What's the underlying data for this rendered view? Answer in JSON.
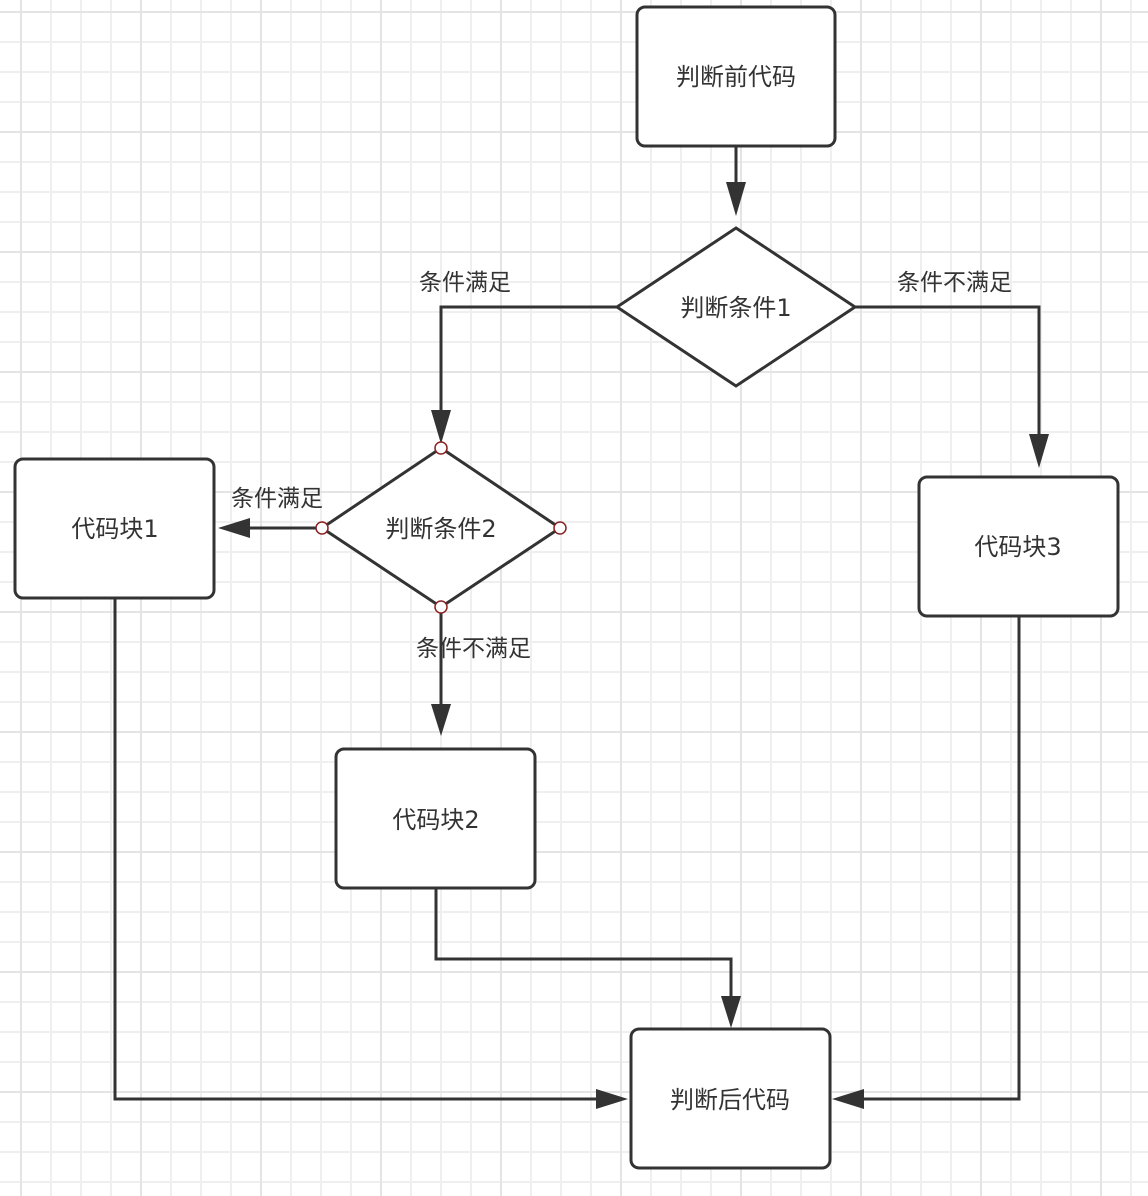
{
  "diagram": {
    "type": "flowchart",
    "colors": {
      "stroke": "#333333",
      "fill": "#ffffff",
      "port": "#8b2222",
      "grid_minor": "#efefef",
      "grid_major": "#e4e4e4"
    },
    "nodes": {
      "before": {
        "label": "判断前代码",
        "shape": "rectangle"
      },
      "cond1": {
        "label": "判断条件1",
        "shape": "diamond"
      },
      "cond2": {
        "label": "判断条件2",
        "shape": "diamond",
        "selected": true
      },
      "block1": {
        "label": "代码块1",
        "shape": "rectangle"
      },
      "block2": {
        "label": "代码块2",
        "shape": "rectangle"
      },
      "block3": {
        "label": "代码块3",
        "shape": "rectangle"
      },
      "after": {
        "label": "判断后代码",
        "shape": "rectangle"
      }
    },
    "edges": [
      {
        "from": "before",
        "to": "cond1",
        "label": ""
      },
      {
        "from": "cond1",
        "to": "cond2",
        "label": "条件满足"
      },
      {
        "from": "cond1",
        "to": "block3",
        "label": "条件不满足"
      },
      {
        "from": "cond2",
        "to": "block1",
        "label": "条件满足"
      },
      {
        "from": "cond2",
        "to": "block2",
        "label": "条件不满足"
      },
      {
        "from": "block1",
        "to": "after",
        "label": ""
      },
      {
        "from": "block2",
        "to": "after",
        "label": ""
      },
      {
        "from": "block3",
        "to": "after",
        "label": ""
      }
    ]
  }
}
